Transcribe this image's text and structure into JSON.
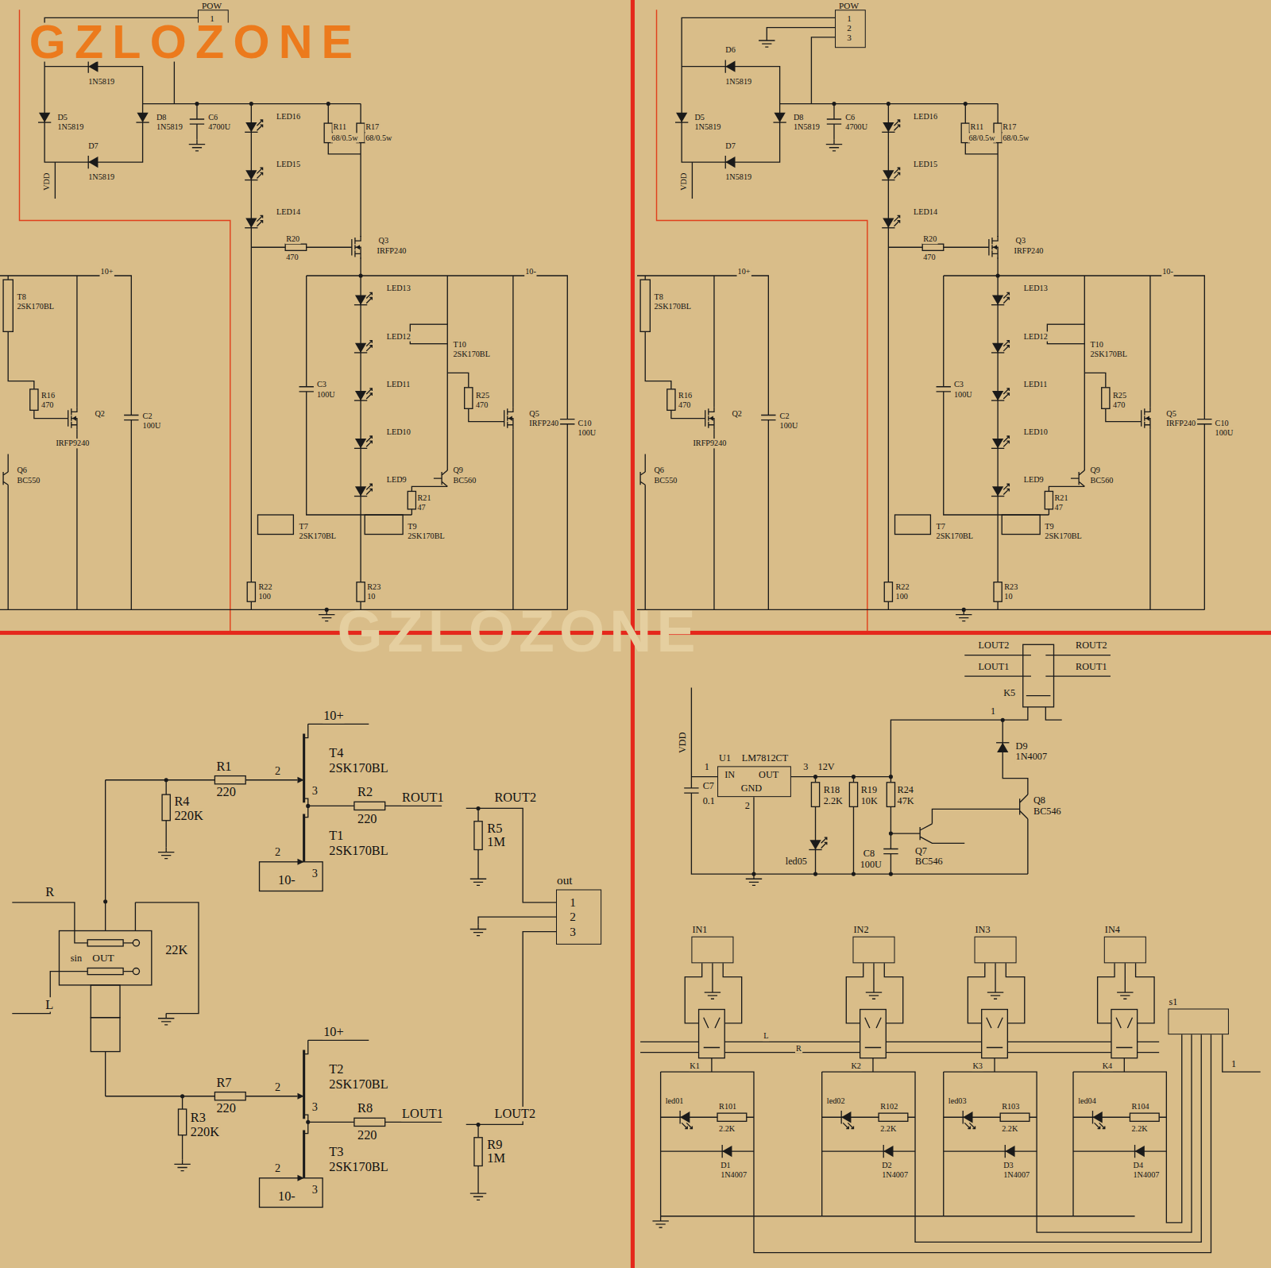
{
  "diagram": {
    "nodes": [
      {
        "text": [
          "POW",
          "1"
        ]
      },
      {
        "text": [
          "POW",
          "1",
          "2",
          "3"
        ]
      },
      {
        "text": [
          "out",
          "1",
          "2",
          "3"
        ]
      },
      {
        "text": [
          "IN",
          "OUT",
          "GND"
        ]
      },
      {
        "text": [
          "IN1"
        ]
      },
      {
        "text": [
          "IN2"
        ]
      },
      {
        "text": [
          "IN3"
        ]
      },
      {
        "text": [
          "IN4"
        ]
      },
      {
        "text": [
          "s1"
        ]
      }
    ],
    "labels": [
      "D6",
      "1N5819",
      "D5",
      "1N5819",
      "D8",
      "1N5819",
      "C6",
      "4700U",
      "D7",
      "1N5819",
      "VDD",
      "LED16",
      "LED15",
      "LED14",
      "R11",
      "68/0.5w",
      "R17",
      "68/0.5w",
      "R20",
      "470",
      "Q3",
      "IRFP240",
      "10+",
      "10-",
      "T8",
      "2SK170BL",
      "LED13",
      "LED12",
      "T10",
      "2SK170BL",
      "LED11",
      "C3",
      "100U",
      "R16",
      "470",
      "R25",
      "470",
      "Q2",
      "IRFP9240",
      "C2",
      "100U",
      "Q5",
      "IRFP240",
      "C10",
      "100U",
      "LED10",
      "Q6",
      "BC550",
      "LED9",
      "Q9",
      "BC560",
      "R21",
      "47",
      "T7",
      "2SK170BL",
      "T9",
      "2SK170BL",
      "R22",
      "100",
      "R23",
      "10",
      "D6",
      "1N5819",
      "D5",
      "1N5819",
      "D8",
      "1N5819",
      "C6",
      "4700U",
      "D7",
      "1N5819",
      "VDD",
      "LED16",
      "LED15",
      "LED14",
      "R11",
      "68/0.5w",
      "R17",
      "68/0.5w",
      "R20",
      "470",
      "Q3",
      "IRFP240",
      "10+",
      "10-",
      "T8",
      "2SK170BL",
      "LED13",
      "LED12",
      "T10",
      "2SK170BL",
      "LED11",
      "C3",
      "100U",
      "R16",
      "470",
      "R25",
      "470",
      "Q2",
      "IRFP9240",
      "C2",
      "100U",
      "Q5",
      "IRFP240",
      "C10",
      "100U",
      "LED10",
      "Q6",
      "BC550",
      "LED9",
      "Q9",
      "BC560",
      "R21",
      "47",
      "T7",
      "2SK170BL",
      "T9",
      "2SK170BL",
      "R22",
      "100",
      "R23",
      "10",
      "10+",
      "T4",
      "2SK170BL",
      "R1",
      "220",
      "R4",
      "220K",
      "2",
      "3",
      "R2",
      "220",
      "ROUT1",
      "ROUT2",
      "T1",
      "2SK170BL",
      "2",
      "10-",
      "3",
      "R5",
      "1M",
      "R",
      "22K",
      "sin",
      "OUT",
      "L",
      "10+",
      "T2",
      "2SK170BL",
      "R7",
      "220",
      "2",
      "3",
      "R3",
      "220K",
      "R8",
      "220",
      "LOUT1",
      "LOUT2",
      "T3",
      "2SK170BL",
      "2",
      "10-",
      "3",
      "R9",
      "1M",
      "LOUT2",
      "ROUT2",
      "LOUT1",
      "ROUT1",
      "K5",
      "VDD",
      "U1",
      "LM7812CT",
      "1",
      "3",
      "12V",
      "2",
      "C7",
      "0.1",
      "R18",
      "2.2K",
      "R19",
      "10K",
      "R24",
      "47K",
      "1",
      "D9",
      "1N4007",
      "Q8",
      "BC546",
      "led05",
      "C8",
      "100U",
      "Q7",
      "BC546",
      "L",
      "R",
      "K1",
      "K2",
      "K3",
      "K4",
      "led01",
      "R101",
      "2.2K",
      "D1",
      "1N4007",
      "led02",
      "R102",
      "2.2K",
      "D2",
      "1N4007",
      "led03",
      "R103",
      "2.2K",
      "D3",
      "1N4007",
      "led04",
      "R104",
      "2.2K",
      "D4",
      "1N4007",
      "1",
      "GZLOZONE",
      "GZLOZONE"
    ]
  }
}
